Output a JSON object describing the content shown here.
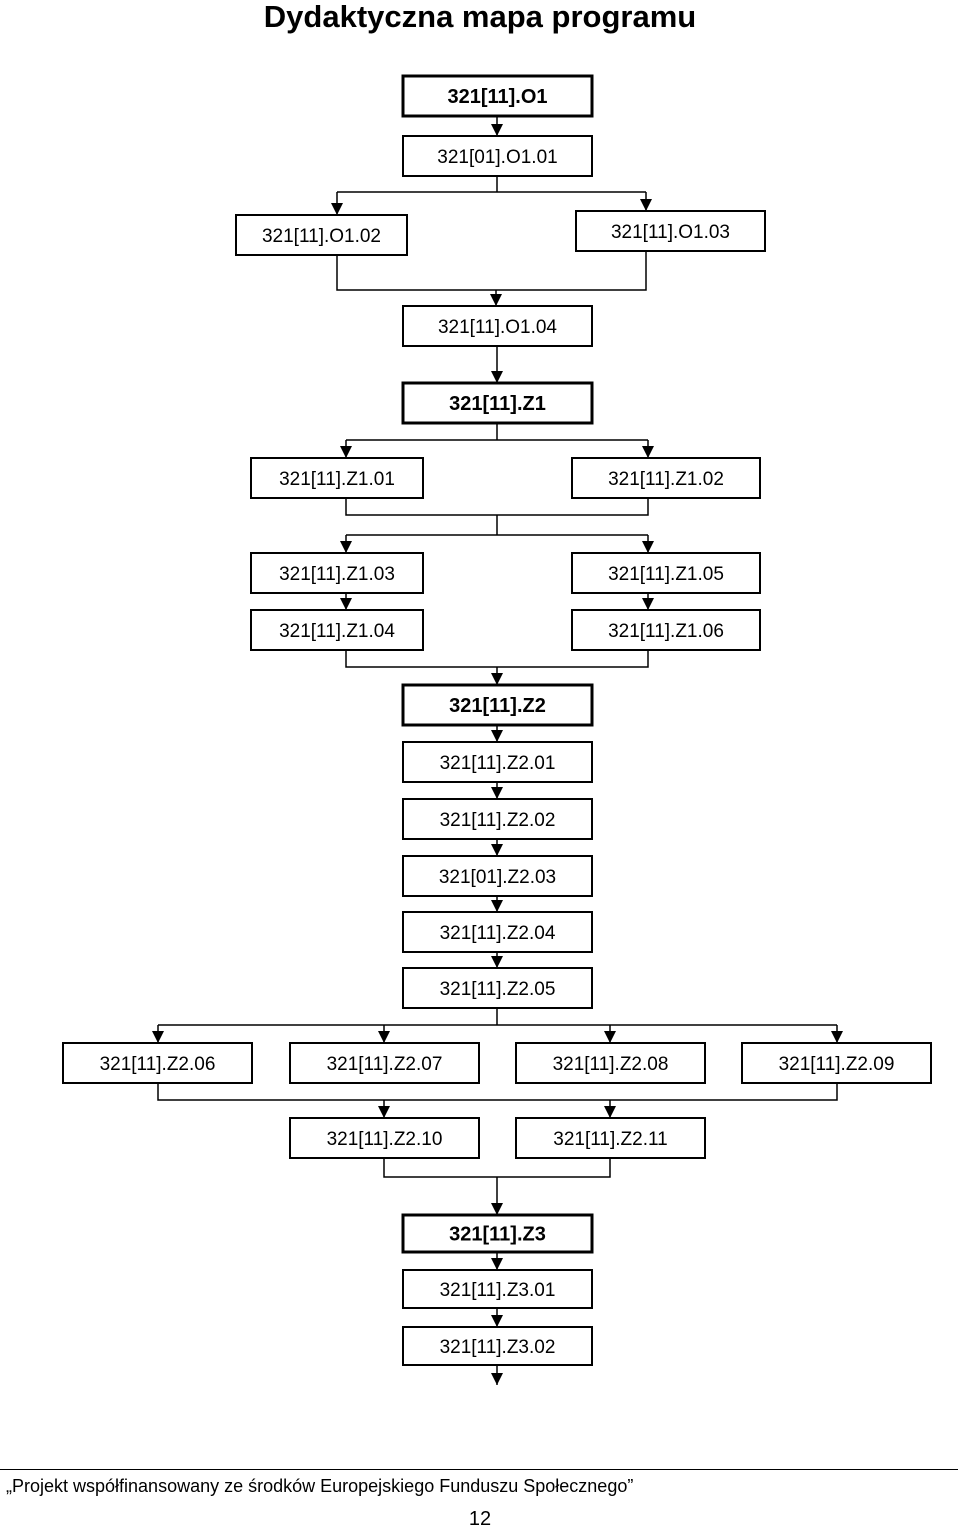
{
  "title": "Dydaktyczna mapa programu",
  "nodes": {
    "o1": "321[11].O1",
    "o1_01": "321[01].O1.01",
    "o1_02": "321[11].O1.02",
    "o1_03": "321[11].O1.03",
    "o1_04": "321[11].O1.04",
    "z1": "321[11].Z1",
    "z1_01": "321[11].Z1.01",
    "z1_02": "321[11].Z1.02",
    "z1_03": "321[11].Z1.03",
    "z1_04": "321[11].Z1.04",
    "z1_05": "321[11].Z1.05",
    "z1_06": "321[11].Z1.06",
    "z2": "321[11].Z2",
    "z2_01": "321[11].Z2.01",
    "z2_02": "321[11].Z2.02",
    "z2_03": "321[01].Z2.03",
    "z2_04": "321[11].Z2.04",
    "z2_05": "321[11].Z2.05",
    "z2_06": "321[11].Z2.06",
    "z2_07": "321[11].Z2.07",
    "z2_08": "321[11].Z2.08",
    "z2_09": "321[11].Z2.09",
    "z2_10": "321[11].Z2.10",
    "z2_11": "321[11].Z2.11",
    "z3": "321[11].Z3",
    "z3_01": "321[11].Z3.01",
    "z3_02": "321[11].Z3.02"
  },
  "footer": {
    "text": "„Projekt współfinansowany ze środków Europejskiego Funduszu Społecznego”",
    "page_number": "12"
  }
}
